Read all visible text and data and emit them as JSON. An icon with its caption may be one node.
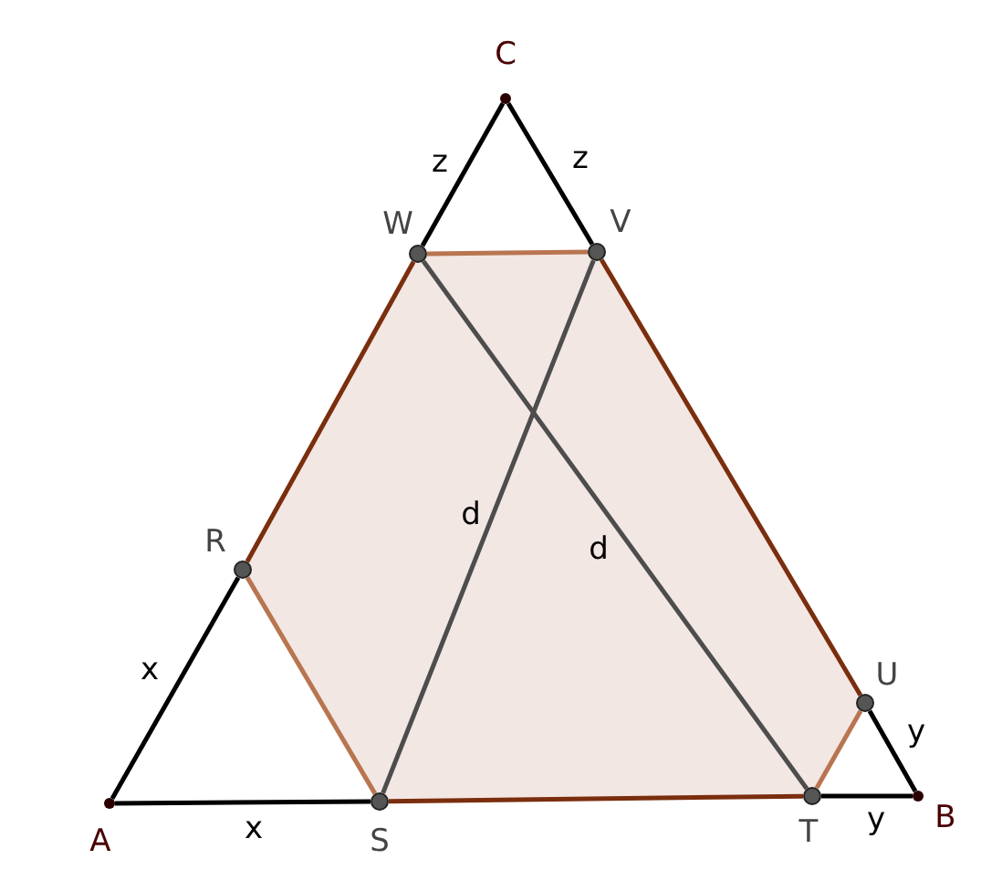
{
  "diagram": {
    "nodes": [
      {
        "text": [],
        "shape": "circle",
        "beside": [
          "C"
        ]
      },
      {
        "text": [],
        "shape": "circle",
        "beside": [
          "W"
        ]
      },
      {
        "text": [],
        "shape": "circle",
        "beside": [
          "V"
        ]
      },
      {
        "text": [],
        "shape": "circle",
        "beside": [
          "R"
        ]
      },
      {
        "text": [],
        "shape": "circle",
        "beside": [
          "U"
        ]
      },
      {
        "text": [],
        "shape": "circle",
        "beside": [
          "A"
        ]
      },
      {
        "text": [],
        "shape": "circle",
        "beside": [
          "S"
        ]
      },
      {
        "text": [],
        "shape": "circle",
        "beside": [
          "T"
        ]
      },
      {
        "text": [],
        "shape": "circle",
        "beside": [
          "B"
        ]
      }
    ],
    "edges": [
      {
        "from": 5,
        "to": 3,
        "arrow": "none",
        "label": "x",
        "color": "#000000"
      },
      {
        "from": 3,
        "to": 1,
        "arrow": "none",
        "color": "#7a2e0e"
      },
      {
        "from": 1,
        "to": 0,
        "arrow": "none",
        "label": "z",
        "color": "#000000"
      },
      {
        "from": 0,
        "to": 2,
        "arrow": "none",
        "label": "z",
        "color": "#000000"
      },
      {
        "from": 2,
        "to": 4,
        "arrow": "none",
        "color": "#7a2e0e"
      },
      {
        "from": 4,
        "to": 8,
        "arrow": "none",
        "label": "y",
        "color": "#000000"
      },
      {
        "from": 8,
        "to": 7,
        "arrow": "none",
        "label": "y",
        "color": "#000000"
      },
      {
        "from": 7,
        "to": 6,
        "arrow": "none",
        "color": "#7a2e0e"
      },
      {
        "from": 6,
        "to": 5,
        "arrow": "none",
        "label": "x",
        "color": "#000000"
      },
      {
        "from": 3,
        "to": 6,
        "arrow": "none",
        "color": "#b87550"
      },
      {
        "from": 1,
        "to": 2,
        "arrow": "none",
        "color": "#b87550"
      },
      {
        "from": 4,
        "to": 7,
        "arrow": "none",
        "color": "#b87550"
      },
      {
        "from": 2,
        "to": 6,
        "arrow": "none",
        "label": "d",
        "color": "#4d4d4d"
      },
      {
        "from": 1,
        "to": 7,
        "arrow": "none",
        "label": "d",
        "color": "#4d4d4d"
      }
    ]
  }
}
